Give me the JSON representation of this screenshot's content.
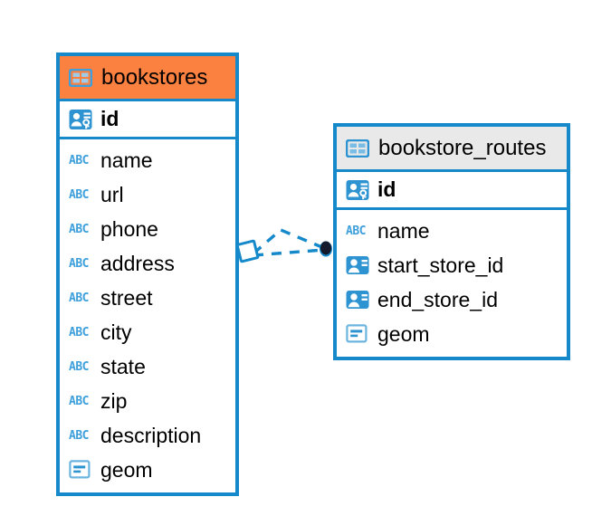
{
  "diagram": {
    "type": "entity-relationship-diagram",
    "background_color": "#ffffff",
    "accent_color": "#1589c9",
    "selected_color": "#fb8140",
    "header_plain_color": "#e9e9e9"
  },
  "entities": [
    {
      "id": "bookstores",
      "name": "bookstores",
      "selected": true,
      "header_icon": "table-grid-icon",
      "primary_key": {
        "name": "id",
        "icon": "primary-key-icon"
      },
      "fields": [
        {
          "name": "name",
          "icon": "text-type-icon"
        },
        {
          "name": "url",
          "icon": "text-type-icon"
        },
        {
          "name": "phone",
          "icon": "text-type-icon"
        },
        {
          "name": "address",
          "icon": "text-type-icon"
        },
        {
          "name": "street",
          "icon": "text-type-icon"
        },
        {
          "name": "city",
          "icon": "text-type-icon"
        },
        {
          "name": "state",
          "icon": "text-type-icon"
        },
        {
          "name": "zip",
          "icon": "text-type-icon"
        },
        {
          "name": "description",
          "icon": "text-type-icon"
        },
        {
          "name": "geom",
          "icon": "geometry-type-icon"
        }
      ]
    },
    {
      "id": "bookstore_routes",
      "name": "bookstore_routes",
      "selected": false,
      "header_icon": "table-grid-icon",
      "primary_key": {
        "name": "id",
        "icon": "primary-key-icon"
      },
      "fields": [
        {
          "name": "name",
          "icon": "text-type-icon"
        },
        {
          "name": "start_store_id",
          "icon": "foreign-key-icon"
        },
        {
          "name": "end_store_id",
          "icon": "foreign-key-icon"
        },
        {
          "name": "geom",
          "icon": "geometry-type-icon"
        }
      ]
    }
  ],
  "relationship": {
    "from": "bookstores",
    "to": "bookstore_routes",
    "line_style": "dashed",
    "line_color": "#1589c9",
    "source_marker": "diamond-marker",
    "target_marker": "filled-circle-marker",
    "target_marker_color": "#111827"
  }
}
